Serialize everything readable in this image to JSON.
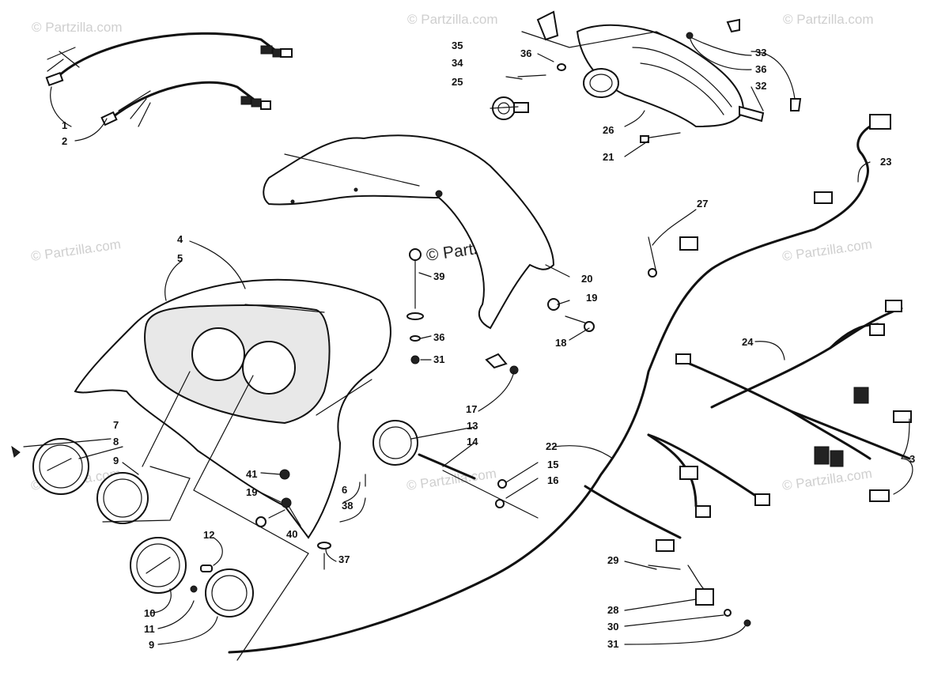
{
  "watermarks": [
    "© Partzilla.com",
    "© Partzilla.com",
    "© Partzilla.com",
    "© Partzilla.com",
    "© Partzilla.com",
    "© Partzilla.com",
    "© Partzilla.com"
  ],
  "center_watermark": "© Partzilla.com",
  "callouts": {
    "c1": "1",
    "c2": "2",
    "c3": "3",
    "c4": "4",
    "c5": "5",
    "c6": "6",
    "c7": "7",
    "c8": "8",
    "c9a": "9",
    "c9b": "9",
    "c10": "10",
    "c11": "11",
    "c12": "12",
    "c13": "13",
    "c14": "14",
    "c15": "15",
    "c16": "16",
    "c17": "17",
    "c18": "18",
    "c19a": "19",
    "c19b": "19",
    "c20": "20",
    "c21": "21",
    "c22": "22",
    "c23": "23",
    "c24": "24",
    "c25": "25",
    "c26": "26",
    "c27": "27",
    "c28": "28",
    "c29": "29",
    "c30": "30",
    "c31a": "31",
    "c31b": "31",
    "c32": "32",
    "c33": "33",
    "c34": "34",
    "c35": "35",
    "c36a": "36",
    "c36b": "36",
    "c36c": "36",
    "c37": "37",
    "c38": "38",
    "c39": "39",
    "c40": "40",
    "c41": "41"
  }
}
